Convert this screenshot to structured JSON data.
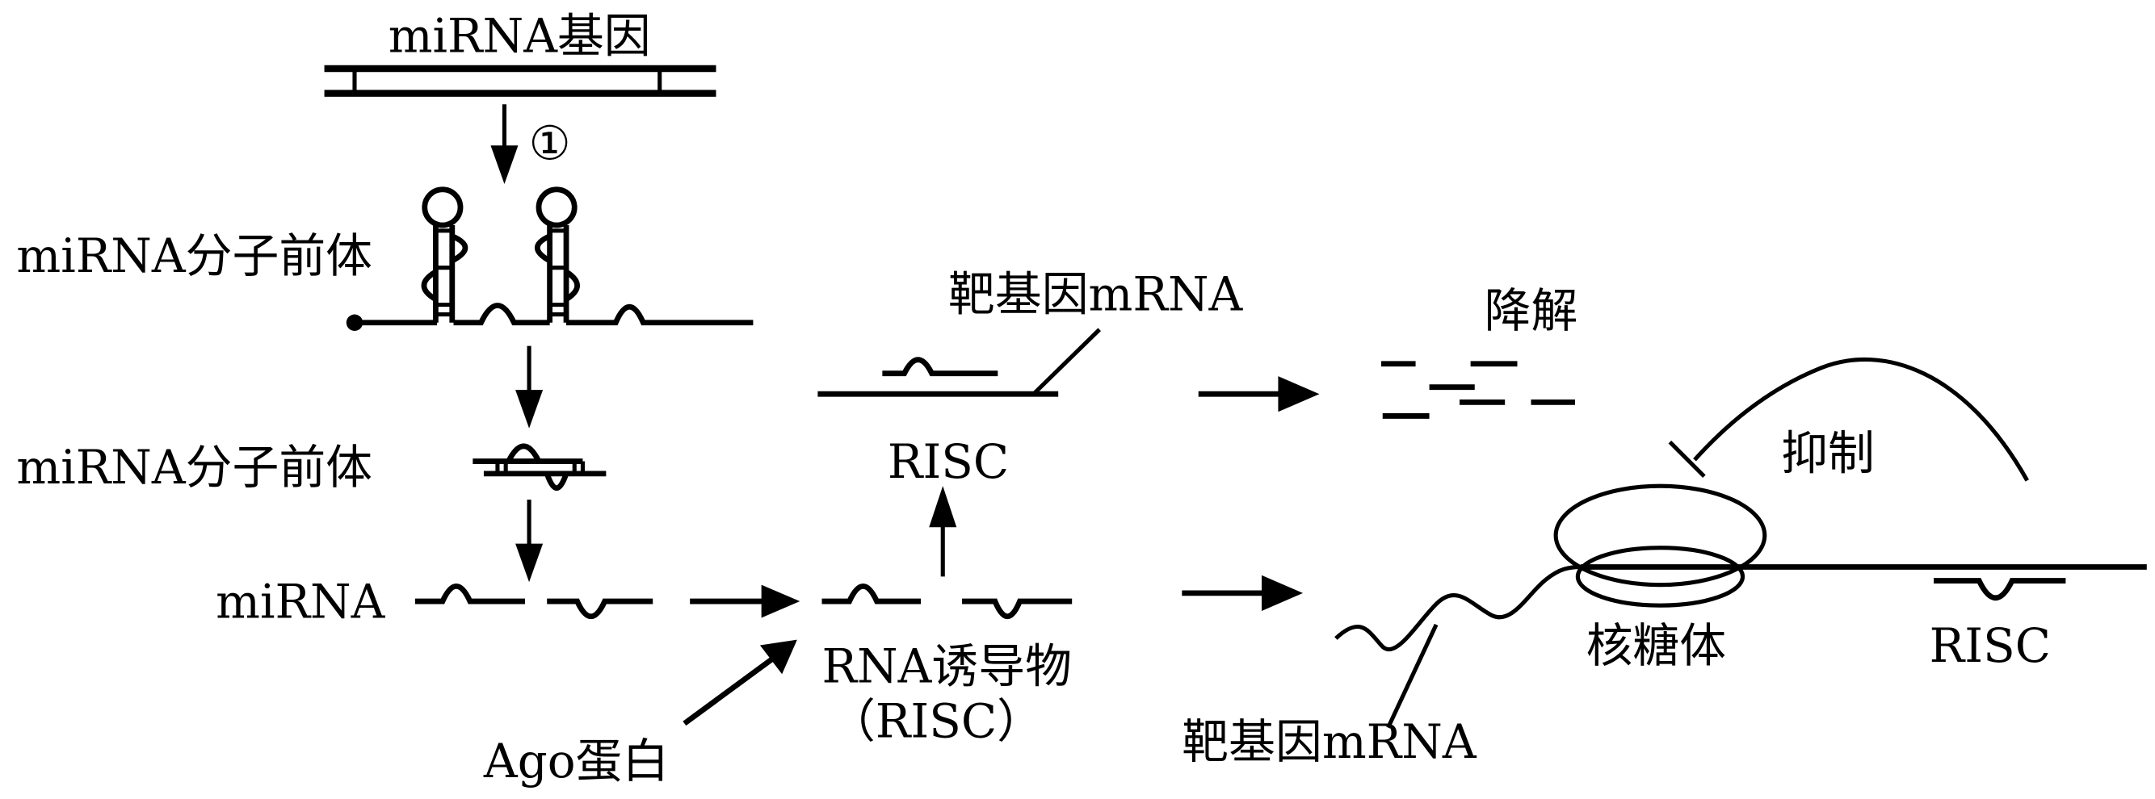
{
  "diagram": {
    "title": "miRNA regulation of target gene expression",
    "labels": {
      "mirna_gene": "miRNA基因",
      "step_1": "①",
      "precursor_1": "miRNA分子前体",
      "precursor_2": "miRNA分子前体",
      "mirna": "miRNA",
      "ago_protein": "Ago蛋白",
      "risc_name": "RNA诱导物",
      "risc_abbr": "（RISC）",
      "risc_top": "RISC",
      "target_mrna_top": "靶基因mRNA",
      "degradation": "降解",
      "inhibition": "抑制",
      "ribosome": "核糖体",
      "risc_bound": "RISC",
      "target_mrna_bottom": "靶基因mRNA"
    },
    "colors": {
      "ink": "#000000",
      "background": "#ffffff"
    }
  }
}
